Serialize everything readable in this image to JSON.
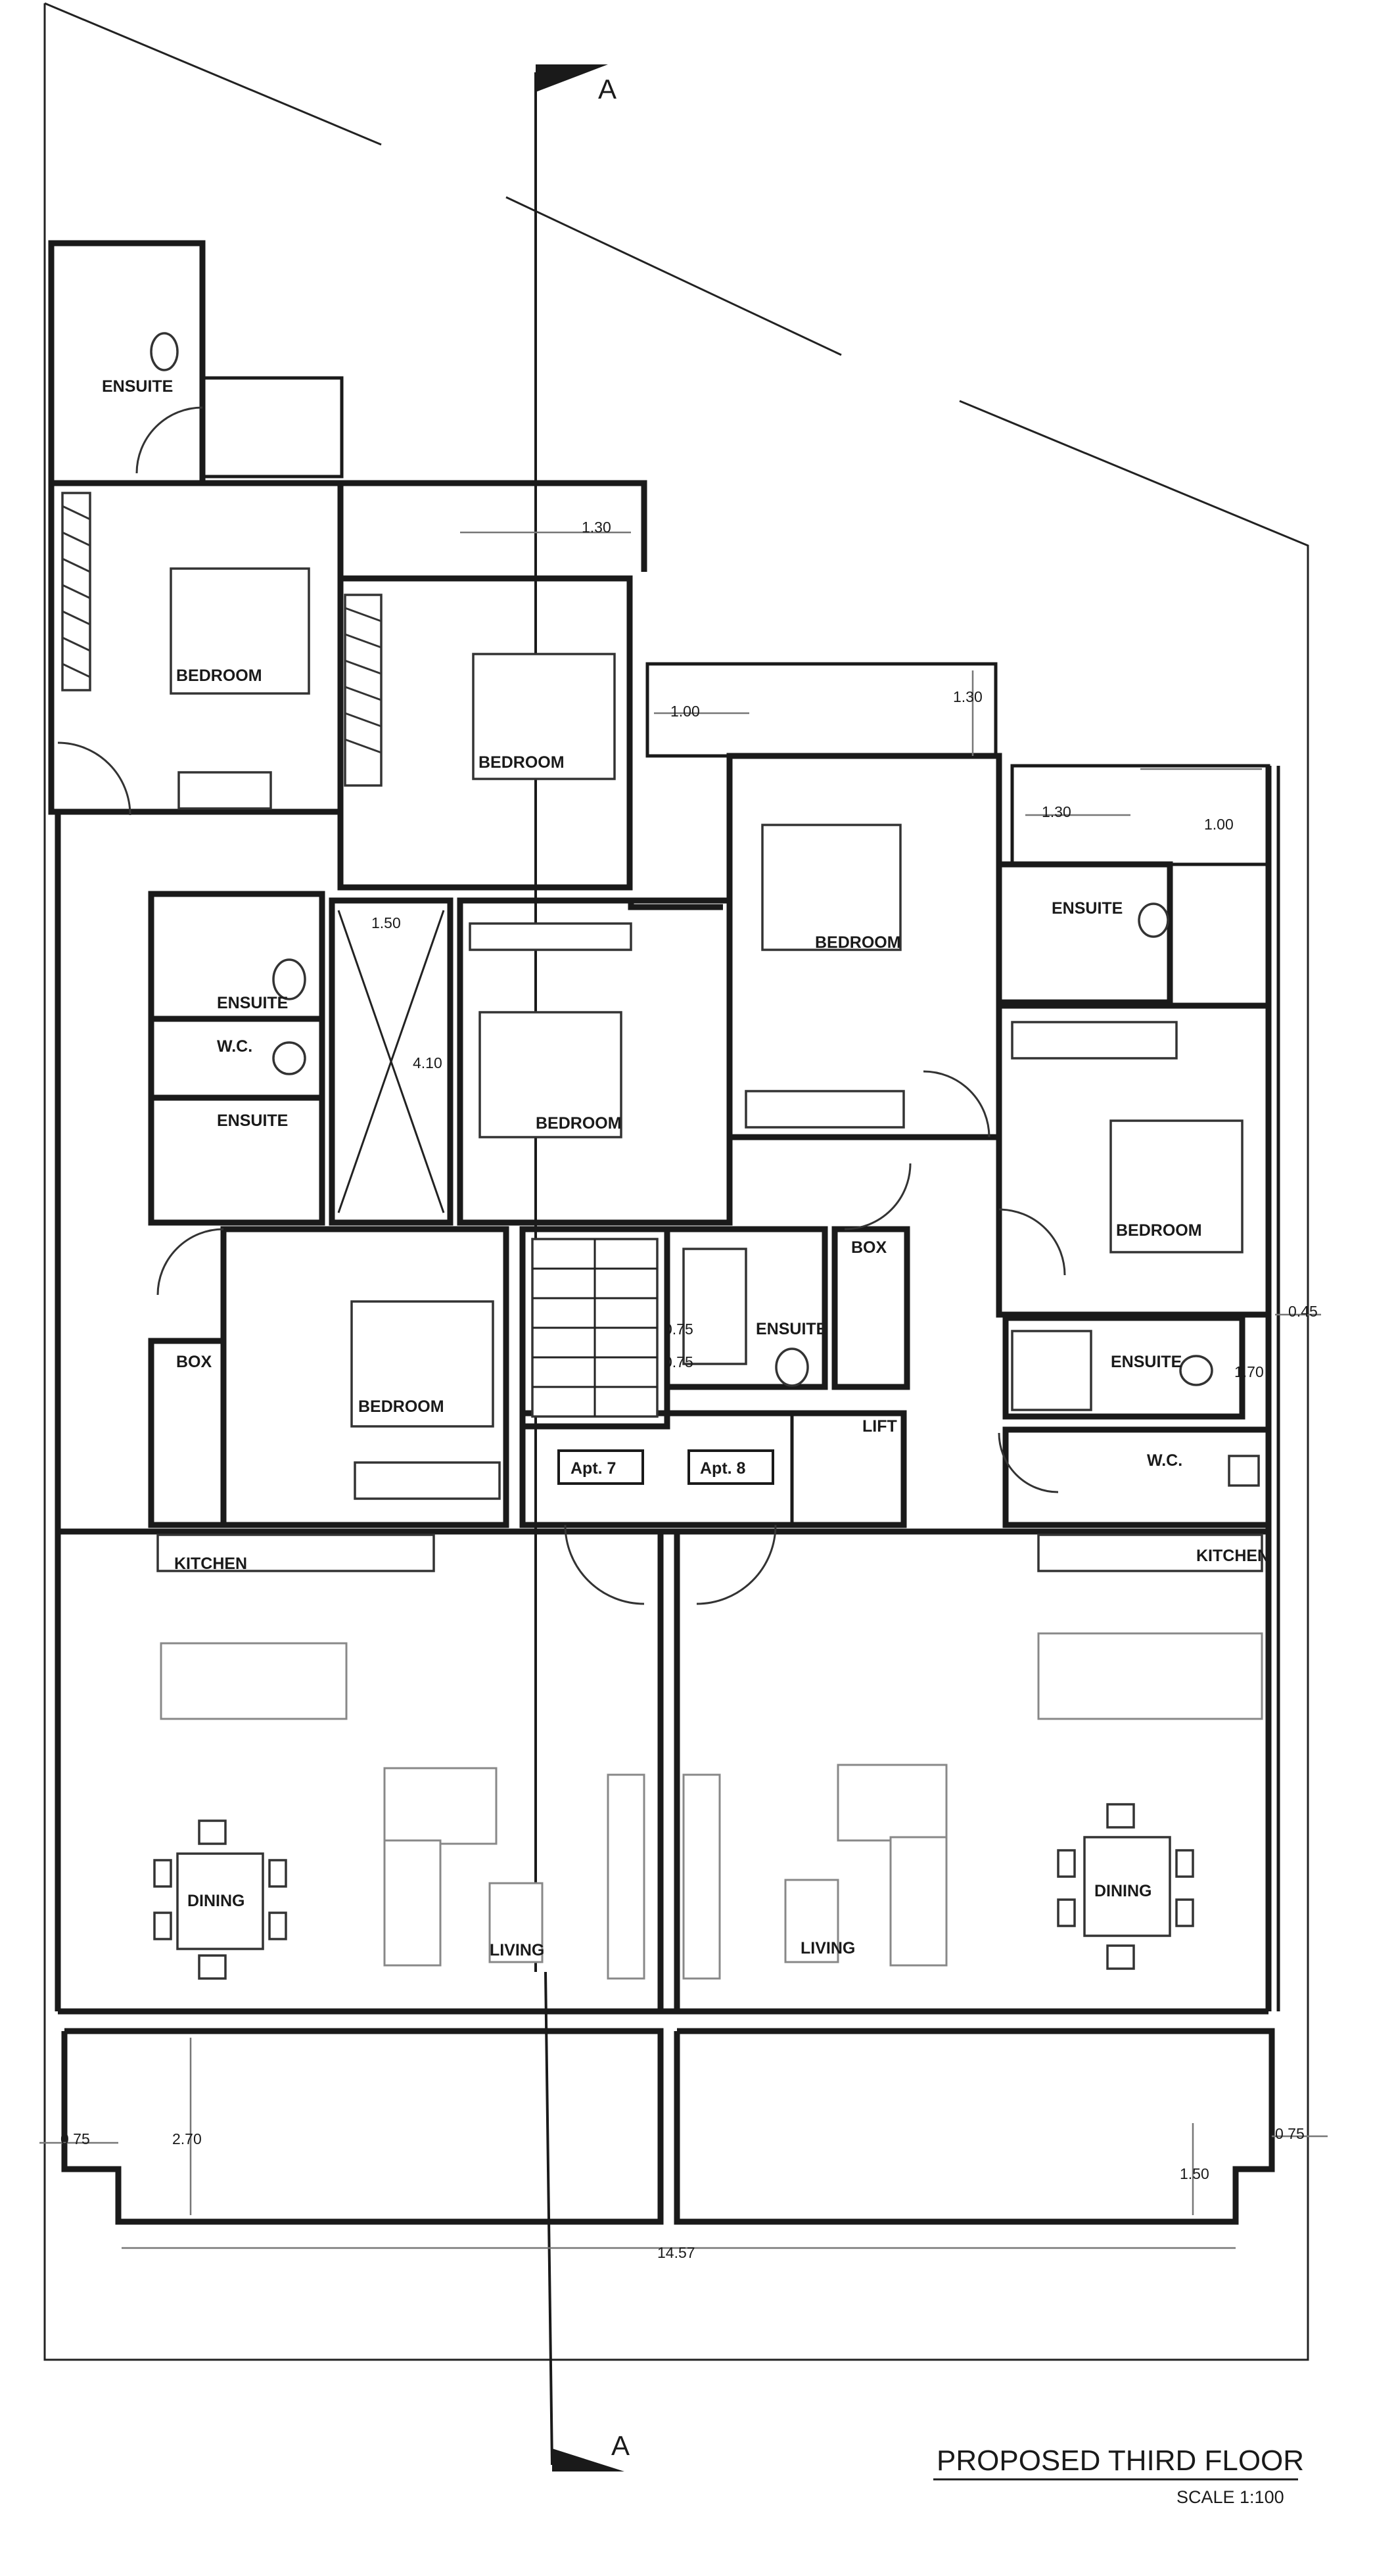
{
  "title": "PROPOSED THIRD FLOOR",
  "scale": "SCALE 1:100",
  "section_marker": "A",
  "rooms": {
    "ensuite": "ENSUITE",
    "bedroom": "BEDROOM",
    "wc": "W.C.",
    "box": "BOX",
    "lift": "LIFT",
    "kitchen": "KITCHEN",
    "dining": "DINING",
    "living": "LIVING"
  },
  "apartments": {
    "apt7": "Apt. 7",
    "apt8": "Apt. 8"
  },
  "dimensions": {
    "d130": "1.30",
    "d100": "1.00",
    "d150": "1.50",
    "d410": "4.10",
    "d075": "0.75",
    "d045": "0.45",
    "d170": "1.70",
    "d270": "2.70",
    "d1457": "14.57",
    "d0_75": "0 75"
  },
  "colors": {
    "ink": "#1a1a1a",
    "paper": "#ffffff"
  }
}
